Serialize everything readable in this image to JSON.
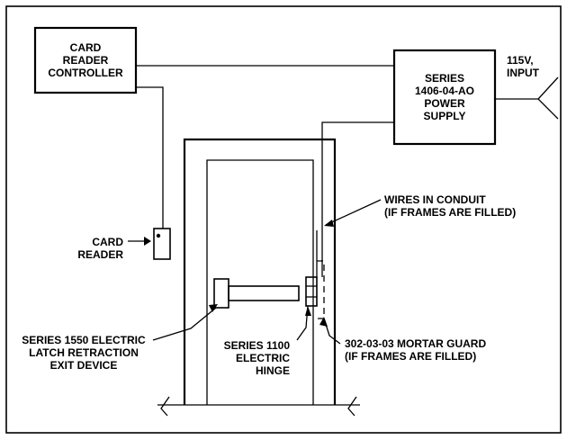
{
  "boxes": {
    "controller": [
      "CARD",
      "READER",
      "CONTROLLER"
    ],
    "power_supply": [
      "SERIES",
      "1406-04-AO",
      "POWER",
      "SUPPLY"
    ]
  },
  "labels": {
    "input": [
      "115V,",
      "INPUT"
    ],
    "wires": [
      "WIRES IN CONDUIT",
      "(IF FRAMES ARE FILLED)"
    ],
    "card_reader": [
      "CARD",
      "READER"
    ],
    "exit_device": [
      "SERIES 1550 ELECTRIC",
      "LATCH RETRACTION",
      "EXIT DEVICE"
    ],
    "hinge": [
      "SERIES 1100",
      "ELECTRIC",
      "HINGE"
    ],
    "mortar_guard": [
      "302-03-03 MORTAR GUARD",
      "(IF FRAMES ARE FILLED)"
    ]
  },
  "colors": {
    "line": "#000000",
    "background": "#ffffff"
  }
}
